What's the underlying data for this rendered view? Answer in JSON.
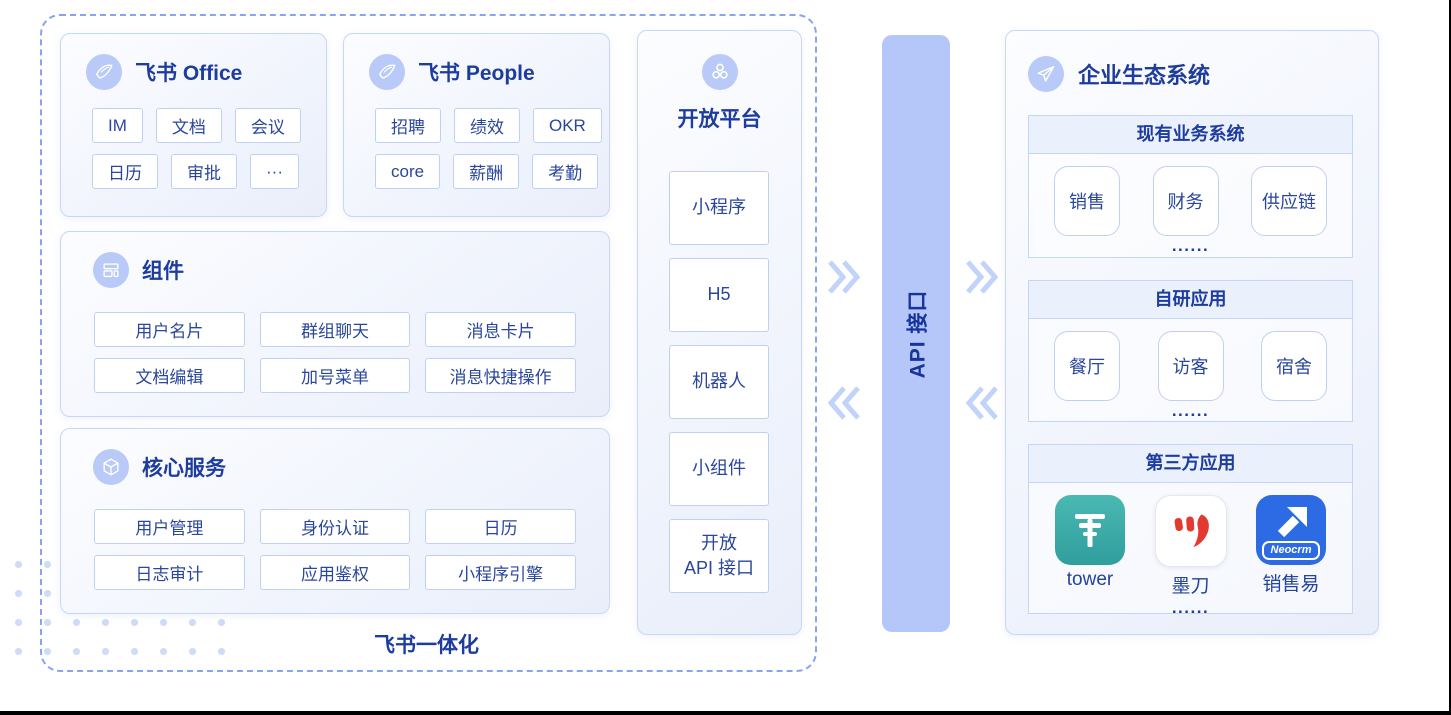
{
  "colors": {
    "primary_text": "#1D3C9E",
    "api_bar_fill": "#B4C7F8",
    "chevron": "#C2D3F9",
    "card_border": "#C7D7F6",
    "chip_border": "#BED1F4",
    "dashed_border": "#86A4F0",
    "icon_badge": "#B9C9F8",
    "tower_teal": "#3BABA6",
    "modao_red": "#E23A30",
    "neocrm_blue": "#2D6BE4"
  },
  "left_group": {
    "footer_label": "飞书一体化",
    "office": {
      "icon": "feishu-logo-icon",
      "title": "飞书 Office",
      "items": [
        "IM",
        "文档",
        "会议",
        "日历",
        "审批",
        "···"
      ]
    },
    "people": {
      "icon": "feishu-logo-icon",
      "title": "飞书 People",
      "items": [
        "招聘",
        "绩效",
        "OKR",
        "core",
        "薪酬",
        "考勤"
      ]
    },
    "components": {
      "icon": "layout-grid-icon",
      "title": "组件",
      "items": [
        "用户名片",
        "群组聊天",
        "消息卡片",
        "文档编辑",
        "加号菜单",
        "消息快捷操作"
      ]
    },
    "core_services": {
      "icon": "cube-icon",
      "title": "核心服务",
      "items": [
        "用户管理",
        "身份认证",
        "日历",
        "日志审计",
        "应用鉴权",
        "小程序引擎"
      ]
    }
  },
  "open_platform": {
    "icon": "cluster-circles-icon",
    "title": "开放平台",
    "items": [
      "小程序",
      "H5",
      "机器人",
      "小组件",
      "开放\nAPI 接口"
    ]
  },
  "api_bar": {
    "label": "API 接口"
  },
  "ecosystem": {
    "icon": "paper-plane-icon",
    "title": "企业生态系统",
    "sections": [
      {
        "title": "现有业务系统",
        "items": [
          "销售",
          "财务",
          "供应链"
        ],
        "more": "......"
      },
      {
        "title": "自研应用",
        "items": [
          "餐厅",
          "访客",
          "宿舍"
        ],
        "more": "......"
      },
      {
        "title": "第三方应用",
        "apps": [
          {
            "name": "tower",
            "icon": "tower-app-icon"
          },
          {
            "name": "墨刀",
            "icon": "modao-app-icon"
          },
          {
            "name": "销售易",
            "icon": "neocrm-app-icon",
            "badge": "Neocrm"
          }
        ],
        "more": "......"
      }
    ]
  }
}
